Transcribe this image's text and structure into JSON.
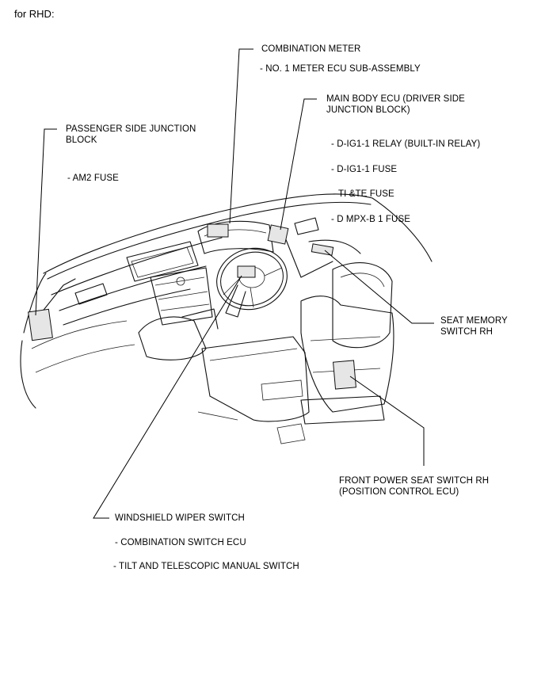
{
  "header": "for RHD:",
  "labels": {
    "combination_meter": "COMBINATION METER",
    "meter_ecu": "- NO. 1 METER ECU SUB-ASSEMBLY",
    "main_body_ecu": "MAIN BODY ECU (DRIVER SIDE\nJUNCTION BLOCK)",
    "dig1_relay": "- D-IG1-1 RELAY (BUILT-IN RELAY)",
    "dig1_fuse": "- D-IG1-1 FUSE",
    "tite_fuse": "- TI &TE FUSE",
    "dmpx_fuse": "- D MPX-B 1 FUSE",
    "passenger_jb": "PASSENGER SIDE JUNCTION\nBLOCK",
    "am2_fuse": "- AM2 FUSE",
    "seat_memory": "SEAT MEMORY\nSWITCH RH",
    "front_power_seat": "FRONT POWER SEAT SWITCH RH\n(POSITION CONTROL ECU)",
    "wiper_switch": "WINDSHIELD WIPER SWITCH",
    "comb_switch_ecu": "- COMBINATION SWITCH ECU",
    "tilt_switch": "- TILT AND TELESCOPIC MANUAL SWITCH"
  }
}
